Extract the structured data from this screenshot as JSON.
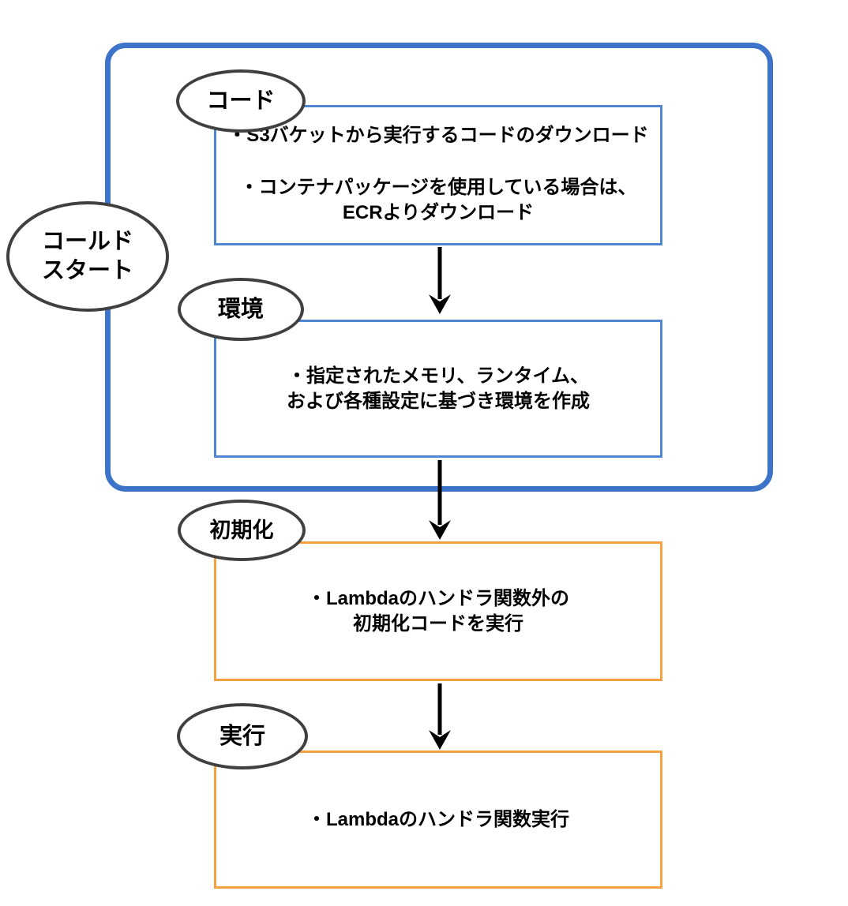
{
  "colors": {
    "background": "#FFFFFF",
    "container_border": "#3D74C9",
    "box_border_blue": "#4E86D1",
    "box_border_orange": "#F5A142",
    "ellipse_border": "#404040",
    "arrow": "#000000",
    "text": "#000000"
  },
  "cold_start_label": {
    "lines": [
      "コールド",
      "スタート"
    ]
  },
  "stages": [
    {
      "key": "code",
      "label": "コード",
      "body": [
        "・S3バケットから実行するコードのダウンロード",
        "・コンテナパッケージを使用している場合は、",
        "ECRよりダウンロード"
      ]
    },
    {
      "key": "environment",
      "label": "環境",
      "body": [
        "・指定されたメモリ、ランタイム、",
        "および各種設定に基づき環境を作成"
      ]
    },
    {
      "key": "initialization",
      "label": "初期化",
      "body": [
        "・Lambdaのハンドラ関数外の",
        "初期化コードを実行"
      ]
    },
    {
      "key": "execution",
      "label": "実行",
      "body": [
        "・Lambdaのハンドラ関数実行"
      ]
    }
  ]
}
